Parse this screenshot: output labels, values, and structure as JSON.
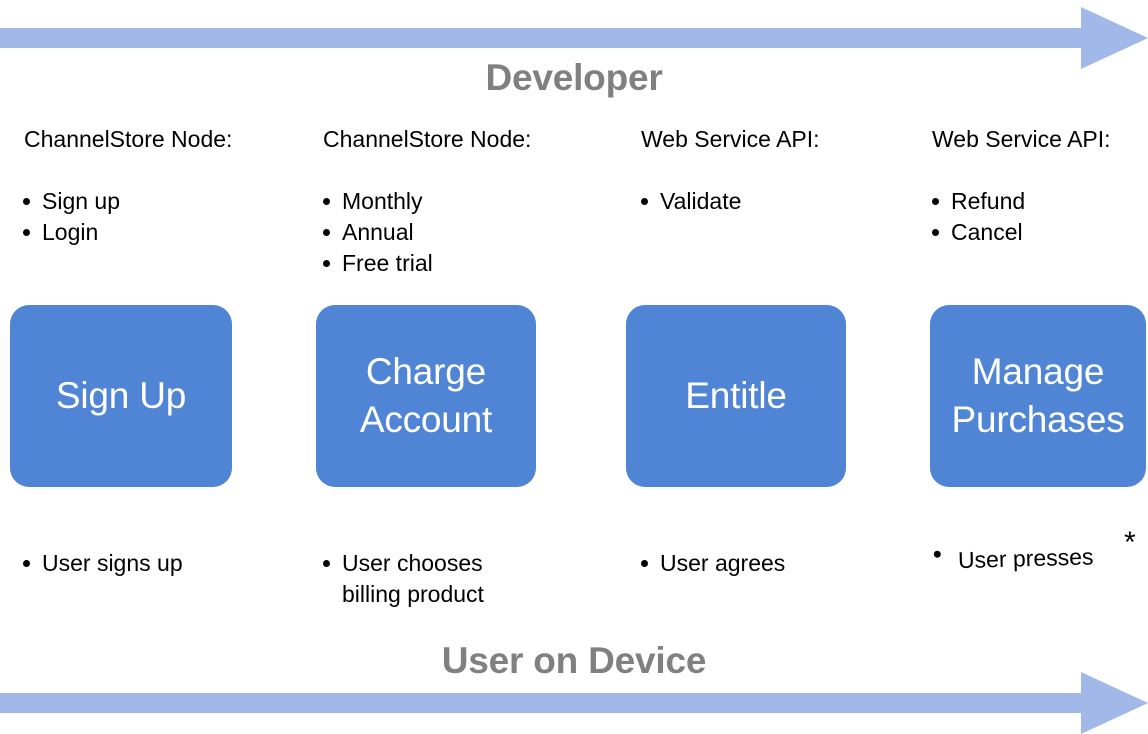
{
  "diagram": {
    "top_band": {
      "title": "Developer",
      "arrow_name": "developer-flow-arrow",
      "direction": "left-to-right",
      "color": "#a2b8e8"
    },
    "bottom_band": {
      "title": "User on Device",
      "arrow_name": "user-flow-arrow",
      "direction": "left-to-right",
      "color": "#a2b8e8"
    },
    "node_color": "#5085d6",
    "node_text_color": "#ffffff",
    "title_color": "#808080",
    "footnote_marker": "*",
    "columns": [
      {
        "header": "ChannelStore Node:",
        "dev_bullets": [
          "Sign up",
          "Login"
        ],
        "node_label": "Sign Up",
        "user_bullets": [
          "User signs up"
        ]
      },
      {
        "header": "ChannelStore Node:",
        "dev_bullets": [
          "Monthly",
          "Annual",
          "Free trial"
        ],
        "node_label": "Charge\nAccount",
        "user_bullets": [
          "User chooses\nbilling product"
        ]
      },
      {
        "header": "Web Service API:",
        "dev_bullets": [
          "Validate"
        ],
        "node_label": "Entitle",
        "user_bullets": [
          "User agrees"
        ]
      },
      {
        "header": "Web Service API:",
        "dev_bullets": [
          "Refund",
          "Cancel"
        ],
        "node_label": "Manage\nPurchases",
        "user_bullets": [
          "User presses"
        ]
      }
    ]
  }
}
